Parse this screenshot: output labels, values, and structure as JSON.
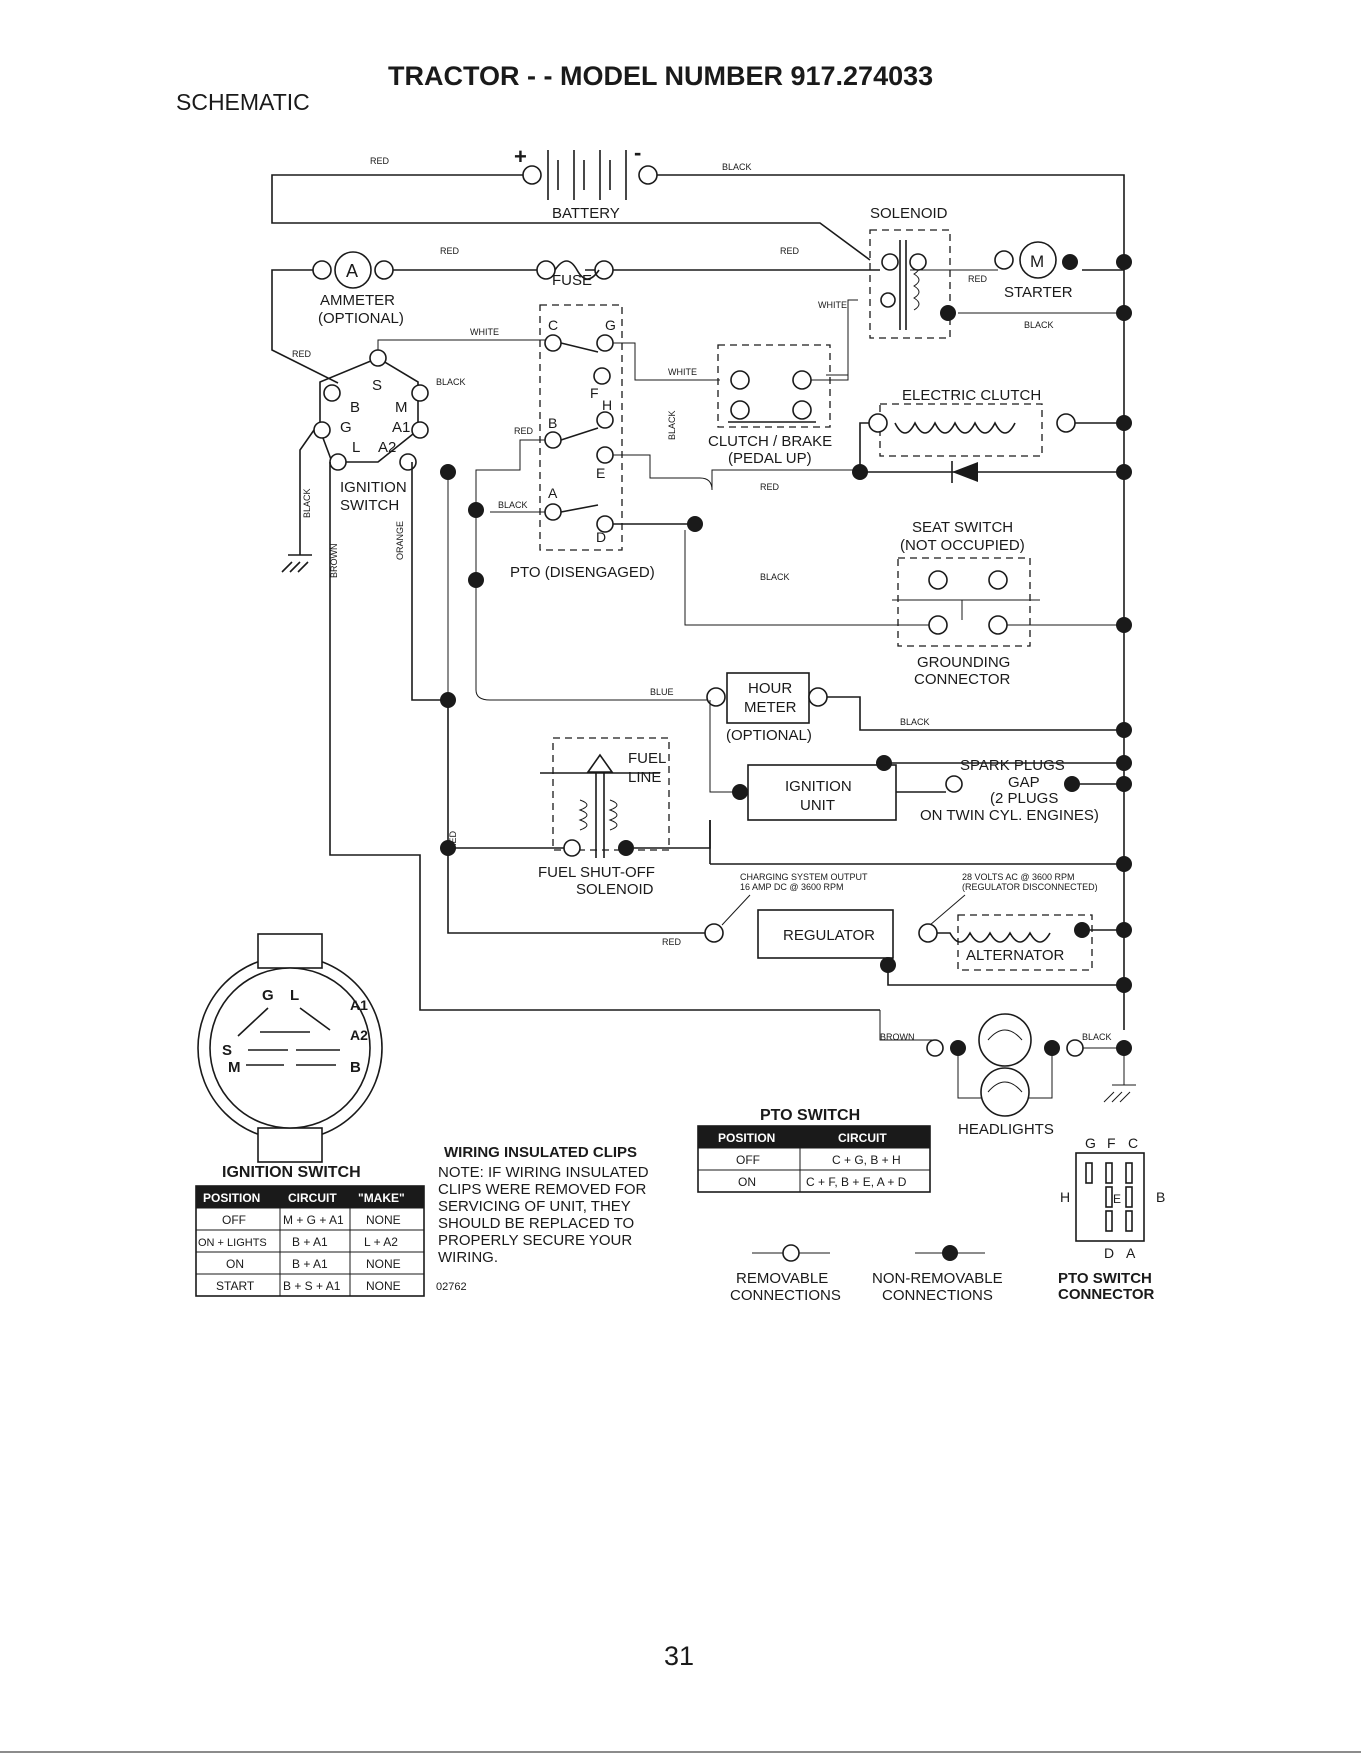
{
  "header": {
    "title": "TRACTOR - - MODEL NUMBER 917.274033",
    "section": "SCHEMATIC"
  },
  "components": {
    "battery": "BATTERY",
    "battery_plus": "+",
    "battery_minus": "-",
    "solenoid": "SOLENOID",
    "ammeter_symbol": "A",
    "ammeter": "AMMETER",
    "ammeter_note": "(OPTIONAL)",
    "fuse": "FUSE",
    "starter_symbol": "M",
    "starter": "STARTER",
    "electric_clutch": "ELECTRIC CLUTCH",
    "clutch_brake": "CLUTCH / BRAKE",
    "clutch_brake_note": "(PEDAL UP)",
    "ignition_switch": "IGNITION",
    "ignition_switch_2": "SWITCH",
    "ign_terminals": [
      "S",
      "B",
      "M",
      "G",
      "A1",
      "L",
      "A2"
    ],
    "pto_terminals": [
      "C",
      "G",
      "F",
      "H",
      "B",
      "E",
      "A",
      "D"
    ],
    "pto": "PTO (DISENGAGED)",
    "seat_switch": "SEAT SWITCH",
    "seat_switch_note": "(NOT OCCUPIED)",
    "grounding": "GROUNDING",
    "grounding_2": "CONNECTOR",
    "hour_meter": "HOUR",
    "hour_meter_2": "METER",
    "hour_meter_note": "(OPTIONAL)",
    "spark_plugs": "SPARK PLUGS",
    "gap": "GAP",
    "plugs_note": "(2 PLUGS",
    "plugs_note_2": "ON TWIN CYL. ENGINES)",
    "fuel_line": "FUEL",
    "fuel_line_2": "LINE",
    "ignition_unit": "IGNITION",
    "ignition_unit_2": "UNIT",
    "fuel_shutoff": "FUEL SHUT-OFF",
    "fuel_shutoff_2": "SOLENOID",
    "charging_output": "CHARGING SYSTEM OUTPUT",
    "charging_output_2": "16 AMP DC @ 3600 RPM",
    "volts_ac": "28 VOLTS AC @ 3600 RPM",
    "volts_ac_2": "(REGULATOR DISCONNECTED)",
    "regulator": "REGULATOR",
    "alternator": "ALTERNATOR",
    "headlights": "HEADLIGHTS"
  },
  "wire_labels": {
    "red": "RED",
    "black": "BLACK",
    "white": "WHITE",
    "blue": "BLUE",
    "brown": "BROWN",
    "orange": "ORANGE"
  },
  "ignition_switch_table": {
    "title": "IGNITION SWITCH",
    "headers": [
      "POSITION",
      "CIRCUIT",
      "\"MAKE\""
    ],
    "rows": [
      [
        "OFF",
        "M + G + A1",
        "NONE"
      ],
      [
        "ON + LIGHTS",
        "B + A1",
        "L + A2"
      ],
      [
        "ON",
        "B + A1",
        "NONE"
      ],
      [
        "START",
        "B + S + A1",
        "NONE"
      ]
    ]
  },
  "ign_connector_pins": [
    "G",
    "L",
    "A1",
    "S",
    "A2",
    "M",
    "B"
  ],
  "note": {
    "heading": "WIRING INSULATED CLIPS",
    "lines": [
      "NOTE: IF WIRING INSULATED",
      "CLIPS WERE REMOVED FOR",
      "SERVICING OF UNIT, THEY",
      "SHOULD BE REPLACED TO",
      "PROPERLY SECURE YOUR",
      "WIRING."
    ],
    "code": "02762"
  },
  "pto_switch_table": {
    "title": "PTO SWITCH",
    "headers": [
      "POSITION",
      "CIRCUIT"
    ],
    "rows": [
      [
        "OFF",
        "C + G, B + H"
      ],
      [
        "ON",
        "C + F, B + E, A + D"
      ]
    ]
  },
  "legend": {
    "removable": "REMOVABLE",
    "removable_2": "CONNECTIONS",
    "non_removable": "NON-REMOVABLE",
    "non_removable_2": "CONNECTIONS"
  },
  "pto_connector": {
    "top_pins": [
      "G",
      "F",
      "C"
    ],
    "left_pin": "H",
    "center_pin": "E",
    "right_pin": "B",
    "bottom_pins": [
      "D",
      "A"
    ],
    "title": "PTO SWITCH",
    "title_2": "CONNECTOR"
  },
  "page_number": "31"
}
